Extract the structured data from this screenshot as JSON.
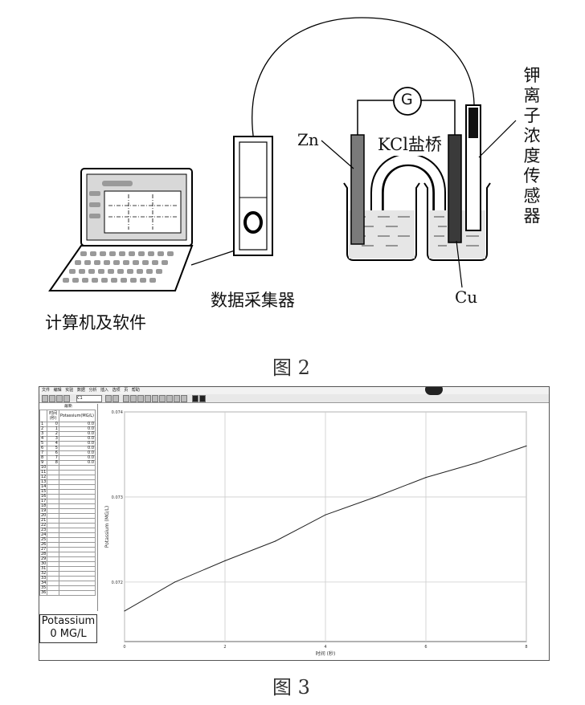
{
  "figure2": {
    "caption": "图 2",
    "labels": {
      "computer": "计算机及软件",
      "collector": "数据采集器",
      "salt_bridge": "KCl盐桥",
      "zn": "Zn",
      "cu": "Cu",
      "galvanometer": "G",
      "sensor": "钾离子浓度传感器"
    }
  },
  "figure3": {
    "caption": "图 3",
    "menu": [
      "文件",
      "编辑",
      "实验",
      "数据",
      "分析",
      "插入",
      "选项",
      "页",
      "帮助"
    ],
    "toolbar_field": "C1",
    "table": {
      "title": "最新",
      "headers": [
        "时间(秒)",
        "Potassium(MG/L)"
      ],
      "rows": [
        [
          "0",
          "0.0"
        ],
        [
          "1",
          "0.0"
        ],
        [
          "2",
          "0.0"
        ],
        [
          "3",
          "0.0"
        ],
        [
          "4",
          "0.0"
        ],
        [
          "5",
          "0.0"
        ],
        [
          "6",
          "0.0"
        ],
        [
          "7",
          "0.0"
        ],
        [
          "8",
          "0.0"
        ]
      ],
      "row_count": 36
    },
    "readout": {
      "name": "Potassium",
      "value": "0 MG/L"
    },
    "chart_data": {
      "type": "line",
      "xlabel": "时间 (秒)",
      "ylabel": "Potassium (MG/L)",
      "xlim": [
        0,
        8
      ],
      "ylim": [
        0.0713,
        0.074
      ],
      "x_ticks": [
        0,
        2,
        4,
        6,
        8
      ],
      "y_ticks": [
        0.072,
        0.073,
        0.074
      ],
      "y_tick_labels": [
        "0.072",
        "0.073",
        "0.074"
      ],
      "x_tick_labels": [
        "0",
        "2",
        "4",
        "6",
        "8"
      ],
      "grid": true,
      "series": [
        {
          "x": [
            0,
            1,
            2,
            3,
            4,
            5,
            6,
            7,
            8
          ],
          "y": [
            0.07166,
            0.072,
            0.07225,
            0.07248,
            0.07279,
            0.073,
            0.07323,
            0.0734,
            0.0736
          ]
        }
      ]
    }
  }
}
